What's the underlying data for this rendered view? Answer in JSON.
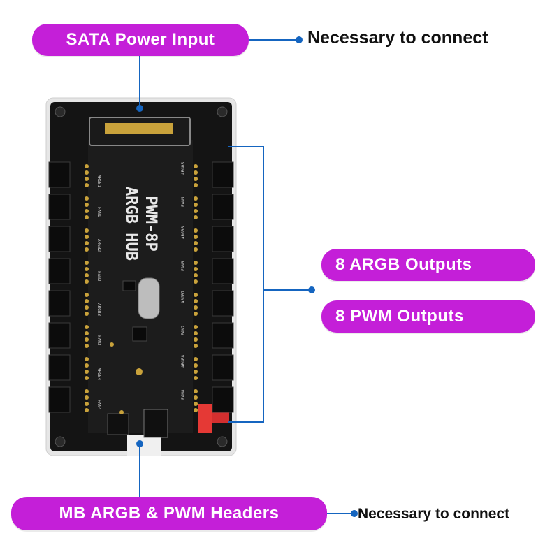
{
  "colors": {
    "label_bg": "#c41fd8",
    "label_text": "#ffffff",
    "leader_line": "#1565c0",
    "pcb": "#121212",
    "case_frame": "#e4e4e4"
  },
  "callouts": {
    "sata_label": "SATA Power Input",
    "sata_note": "Necessary to connect",
    "argb_outputs_label": "8 ARGB Outputs",
    "pwm_outputs_label": "8 PWM Outputs",
    "mb_headers_label": "MB ARGB & PWM Headers",
    "mb_note": "Necessary to connect"
  },
  "board": {
    "silkscreen_model": "PWM-8P",
    "silkscreen_name": "ARGB HUB",
    "left_labels": [
      "ARGB1",
      "FAN1",
      "ARGB2",
      "FAN2",
      "ARGB3",
      "FAN3",
      "ARGB4",
      "FAN4"
    ],
    "right_labels": [
      "ARGB5",
      "FAN5",
      "ARGB6",
      "FAN6",
      "ARGB7",
      "FAN7",
      "ARGB8",
      "FAN8"
    ]
  }
}
